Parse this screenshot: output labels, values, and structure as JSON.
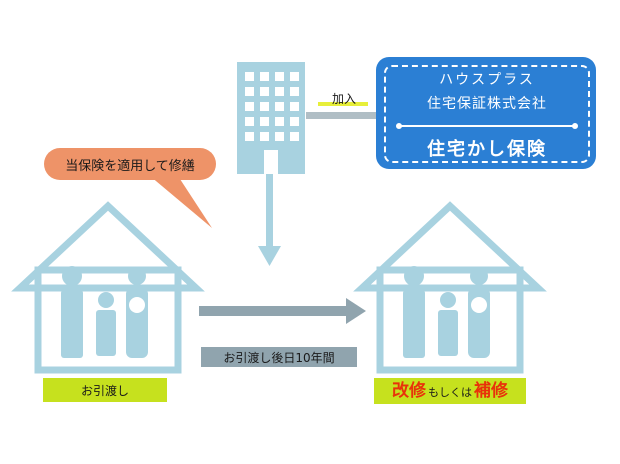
{
  "diagram": {
    "join_label": "加入",
    "insurer": {
      "brand": "ハウスプラス",
      "company": "住宅保証株式会社",
      "product": "住宅かし保険"
    },
    "speech_bubble": "当保険を適用して修繕",
    "period_label": "お引渡し後日10年間",
    "handover_label": "お引渡し",
    "outcome": {
      "part1": "改修",
      "connector": "もしくは",
      "part2": "補修"
    },
    "colors": {
      "house": "#a8d2e0",
      "building": "#a8d2e0",
      "insurer_box": "#2b7fd4",
      "bubble": "#ee9368",
      "label_green": "#c6e11e",
      "period_gray": "#90a4ae",
      "accent_red": "#e8320a",
      "join_yellow": "#e7ef3a"
    },
    "icons": [
      "office-building-icon",
      "house-icon",
      "family-icon",
      "arrow-down-icon",
      "arrow-right-icon"
    ]
  }
}
